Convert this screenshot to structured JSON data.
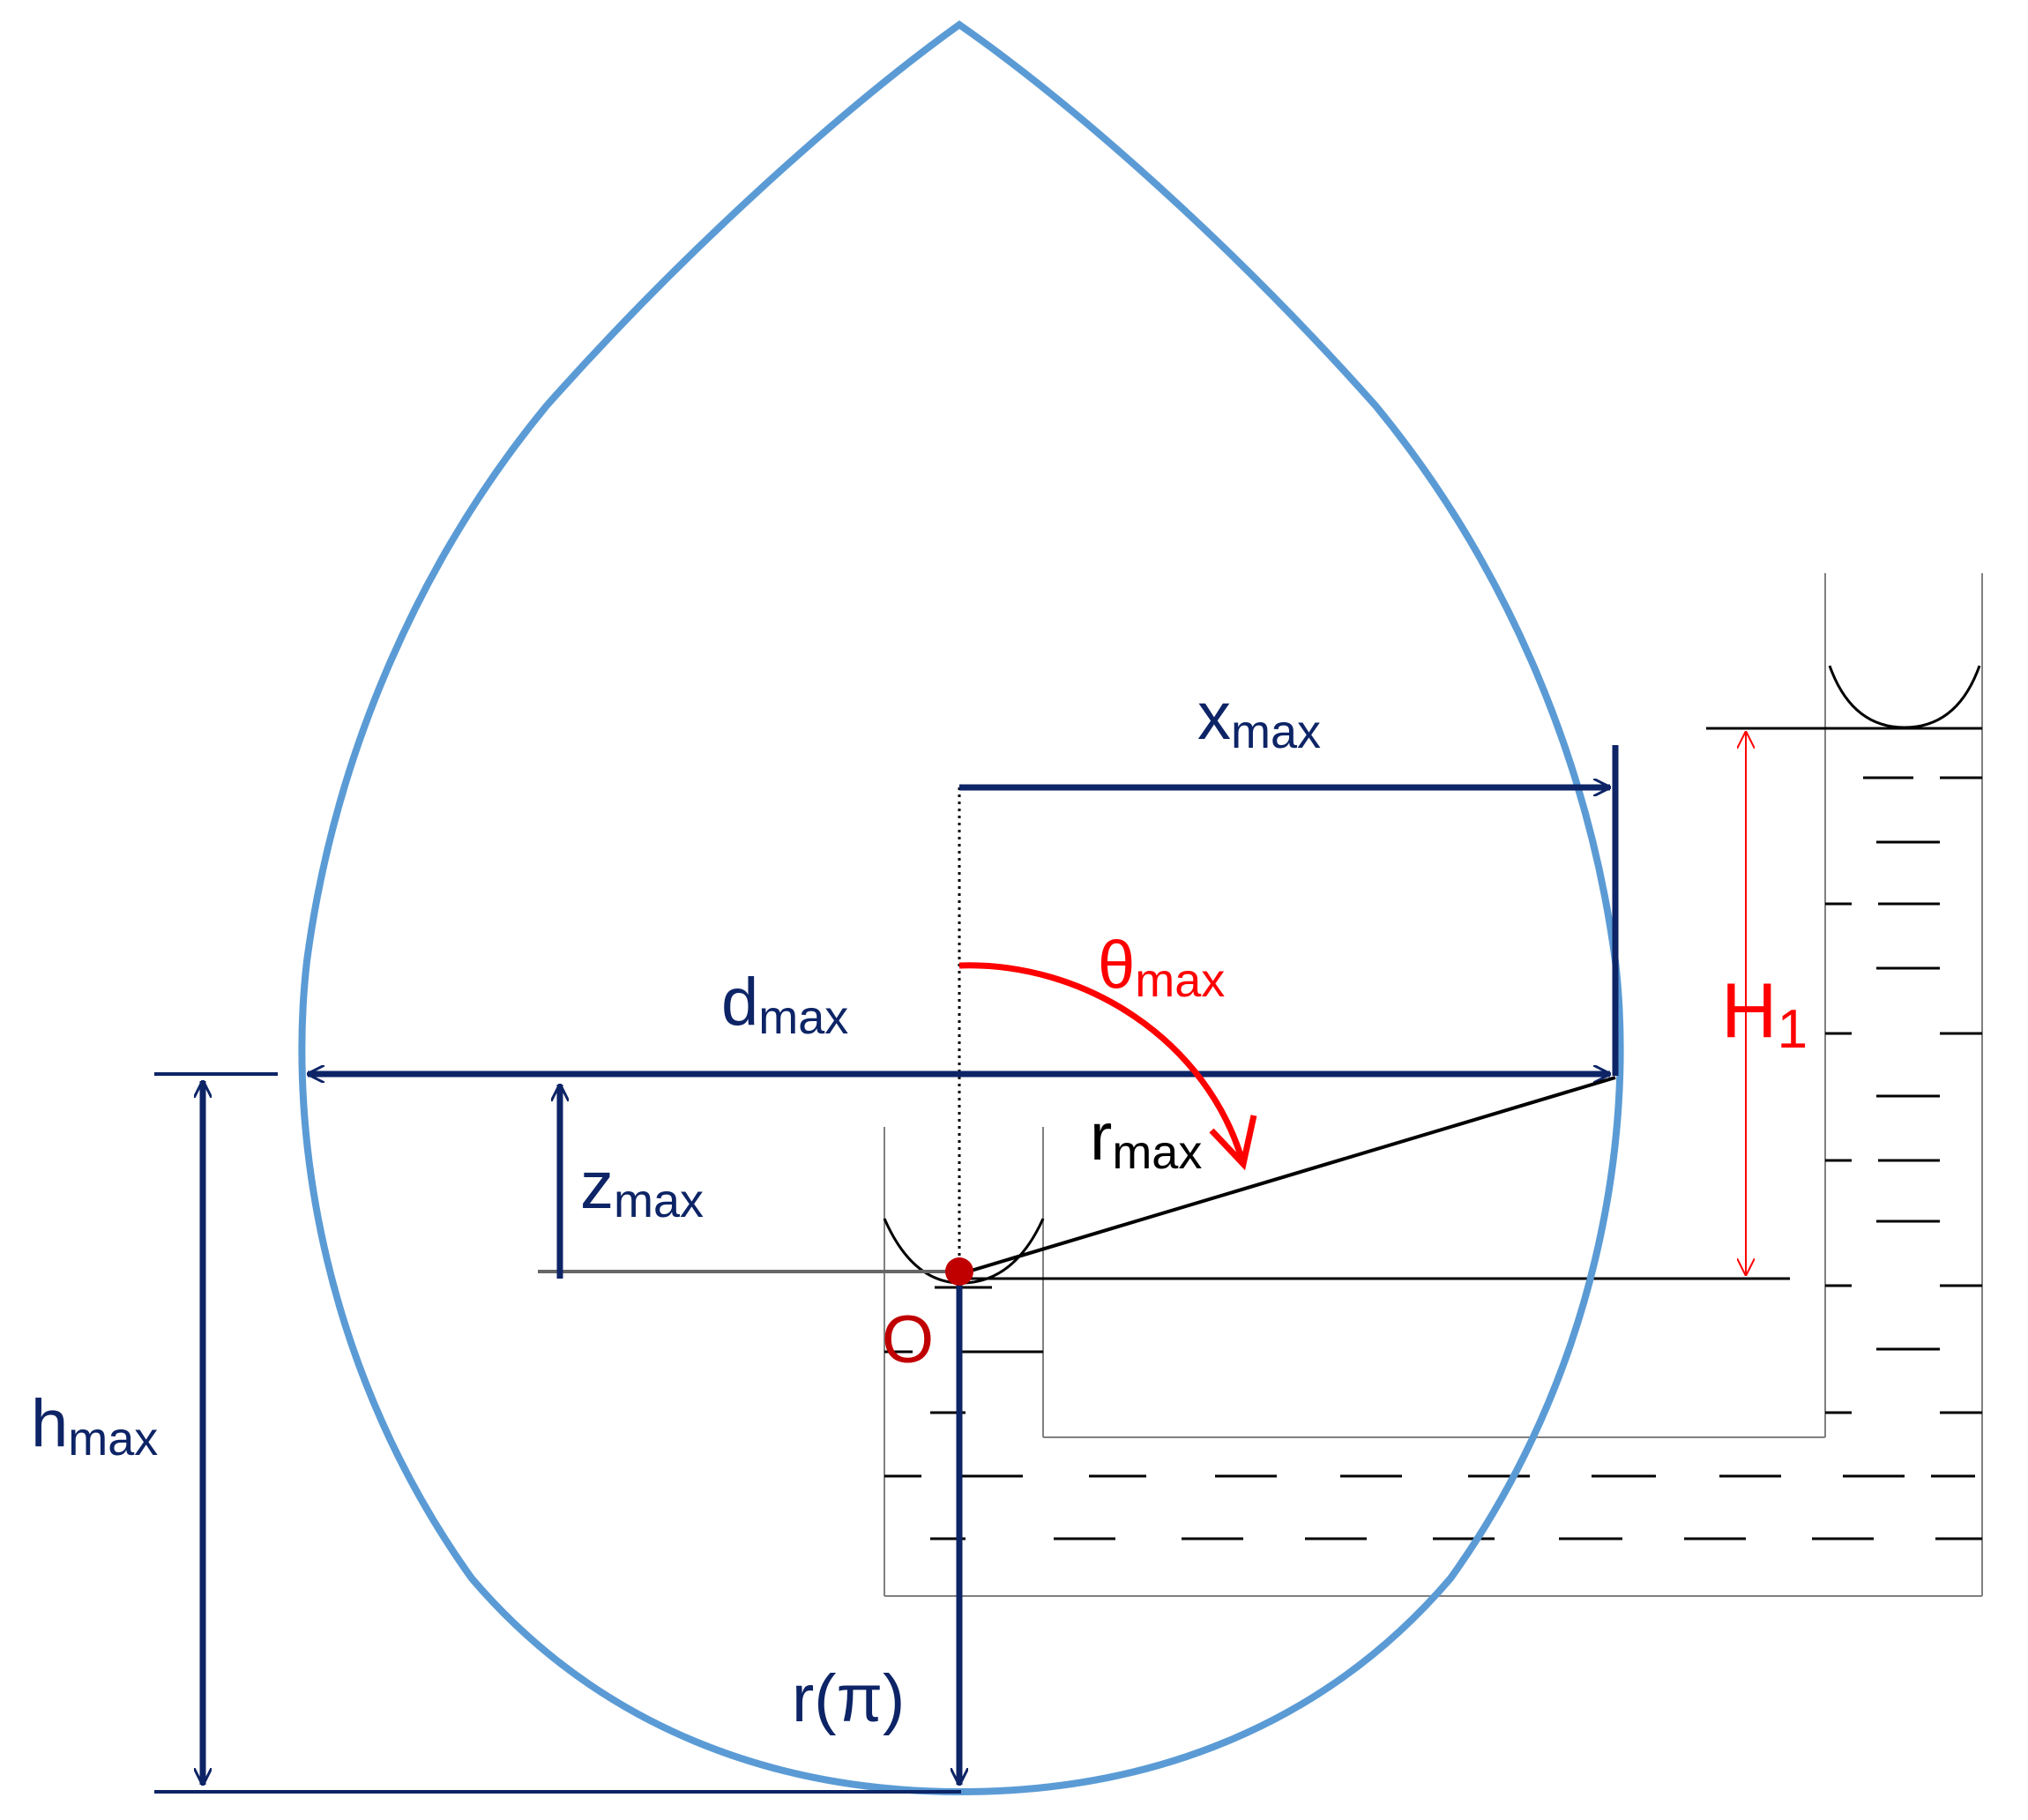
{
  "labels": {
    "x_max": {
      "main": "x",
      "sub": "max"
    },
    "theta_max": {
      "main": "θ",
      "sub": "max"
    },
    "d_max": {
      "main": "d",
      "sub": "max"
    },
    "H1": {
      "main": "H",
      "sub": "1"
    },
    "r_max": {
      "main": "r",
      "sub": "max"
    },
    "z_max": {
      "main": "z",
      "sub": "max"
    },
    "origin": "O",
    "h_max": {
      "main": "h",
      "sub": "max"
    },
    "r_pi": "r(π)"
  },
  "colors": {
    "drop_outline": "#5b9bd5",
    "dimension": "#0d2466",
    "accent_red": "#ff0000",
    "origin_red": "#c00000",
    "ink": "#000000",
    "vessel": "#808080"
  }
}
